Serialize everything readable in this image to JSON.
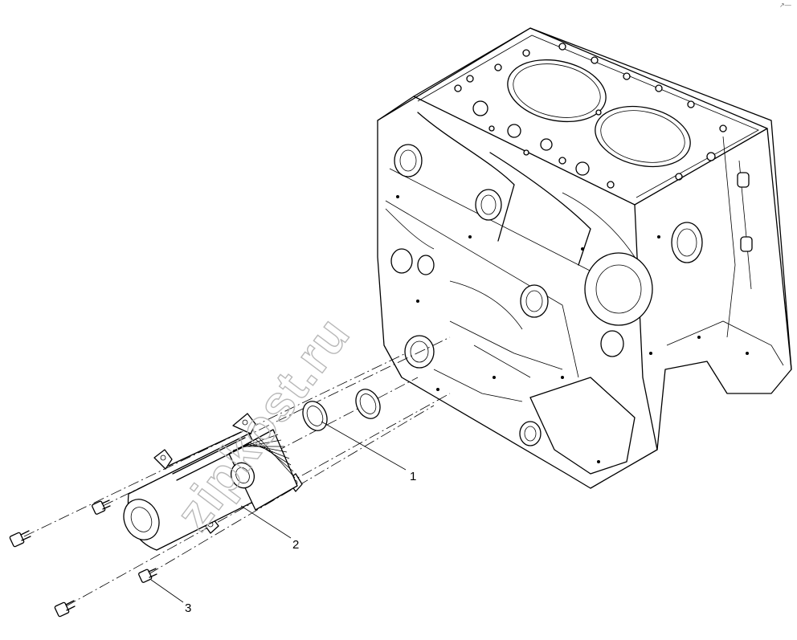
{
  "diagram": {
    "callouts": [
      {
        "id": "1",
        "label": "1"
      },
      {
        "id": "2",
        "label": "2"
      },
      {
        "id": "3",
        "label": "3"
      }
    ],
    "watermark": "zipkost.ru",
    "corner_mark": "↗—"
  }
}
